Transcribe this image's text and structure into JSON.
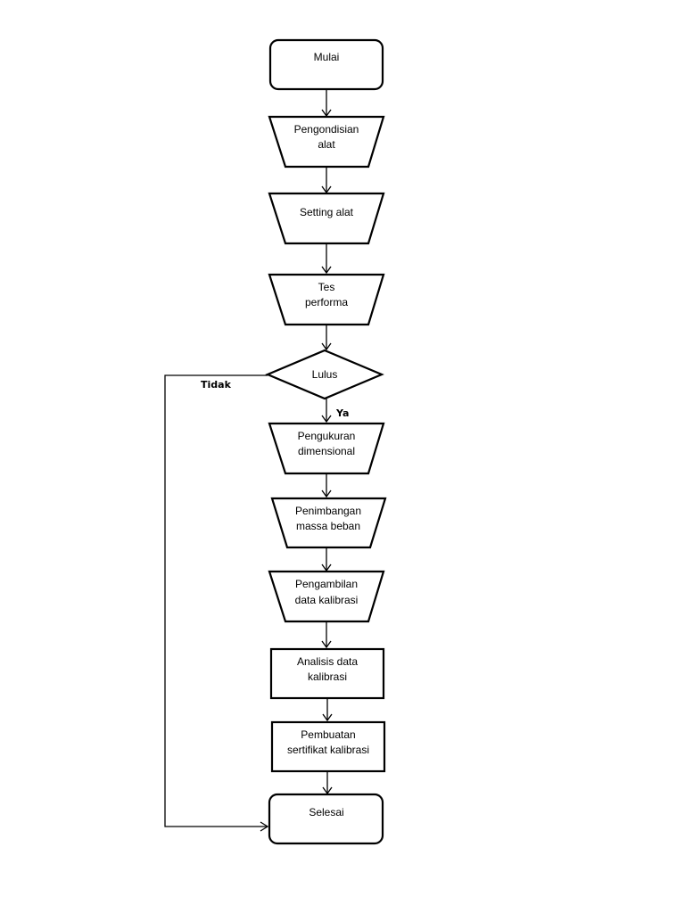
{
  "nodes": {
    "mulai": "Mulai",
    "pengondisian_l1": "Pengondisian",
    "pengondisian_l2": "alat",
    "setting": "Setting alat",
    "tes_l1": "Tes",
    "tes_l2": "performa",
    "lulus": "Lulus",
    "pengukuran_l1": "Pengukuran",
    "pengukuran_l2": "dimensional",
    "penimbangan_l1": "Penimbangan",
    "penimbangan_l2": "massa beban",
    "pengambilan_l1": "Pengambilan",
    "pengambilan_l2": "data kalibrasi",
    "analisis_l1": "Analisis data",
    "analisis_l2": "kalibrasi",
    "pembuatan_l1": "Pembuatan",
    "pembuatan_l2": "sertifikat kalibrasi",
    "selesai": "Selesai"
  },
  "branches": {
    "yes": "Ya",
    "no": "Tidak"
  }
}
